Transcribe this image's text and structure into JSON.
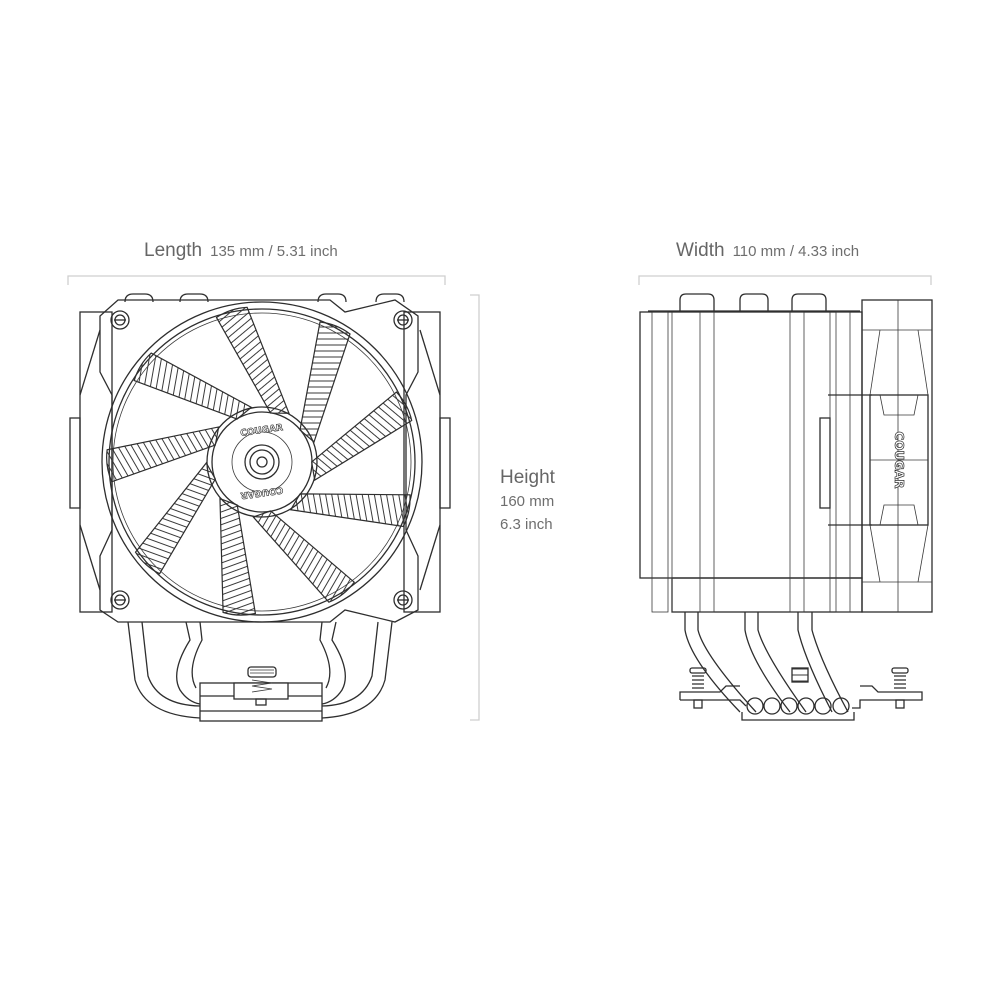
{
  "dimensions": {
    "length": {
      "title": "Length",
      "value": "135 mm / 5.31 inch"
    },
    "width": {
      "title": "Width",
      "value": "110 mm / 4.33 inch"
    },
    "height": {
      "title": "Height",
      "value_mm": "160 mm",
      "value_inch": "6.3 inch"
    }
  },
  "drawings": {
    "front_view": {
      "view": "front",
      "fan_blades": 9,
      "hub_logo": "COUGAR"
    },
    "side_view": {
      "view": "side",
      "heatpipes": 6,
      "fan_logo": "COUGAR"
    }
  },
  "colors": {
    "background": "#ffffff",
    "text": "#666666",
    "line_art": "#2e2e2e",
    "dimension_bracket": "#cfcfcf"
  }
}
